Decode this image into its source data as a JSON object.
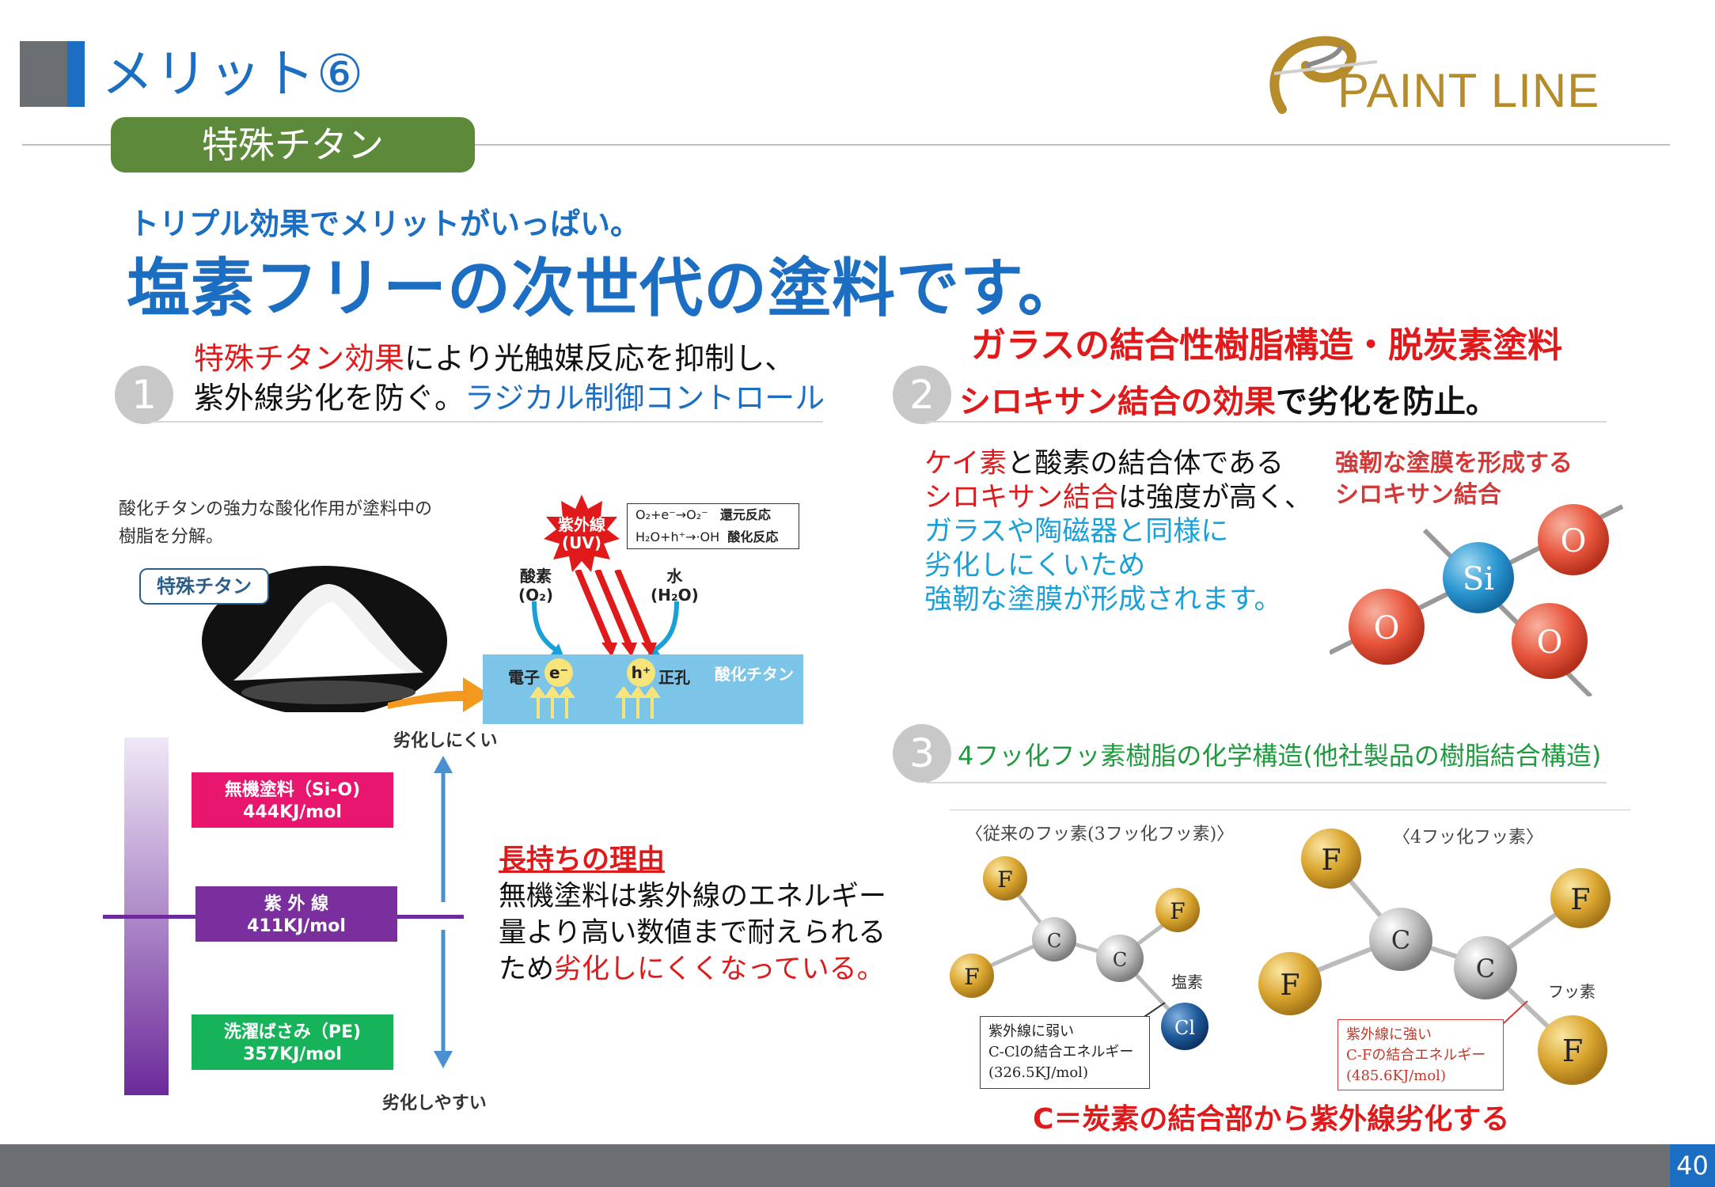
{
  "header": {
    "title": "メリット⑥",
    "pill": "特殊チタン",
    "logo": "PAINT LINE"
  },
  "headline": {
    "sub": "トリプル効果でメリットがいっぱい。",
    "main": "塩素フリーの次世代の塗料です。"
  },
  "section1": {
    "num": "1",
    "line1_red": "特殊チタン効果",
    "line1_rest": "により光触媒反応を抑制し、",
    "line2_black": "紫外線劣化を防ぐ。",
    "line2_blue": "ラジカル制御コントロール"
  },
  "figure": {
    "caption_l1": "酸化チタンの強力な酸化作用が塗料中の",
    "caption_l2": "樹脂を分解。",
    "badge": "特殊チタン",
    "uv_l1": "紫外線",
    "uv_l2": "(UV)",
    "oxygen_l1": "酸素",
    "oxygen_l2": "(O₂)",
    "water_l1": "水",
    "water_l2": "(H₂O)",
    "rx1_eq": "O₂+e⁻→O₂⁻",
    "rx1_name": "還元反応",
    "rx2_eq": "H₂O+h⁺→·OH",
    "rx2_name": "酸化反応",
    "electron": "電子",
    "e_sym": "e⁻",
    "hole_sym": "h⁺",
    "hole": "正孔",
    "tio2": "酸化チタン"
  },
  "energy": {
    "top_label": "劣化しにくい",
    "bottom_label": "劣化しやすい",
    "box1_l1": "無機塗料（Si-O)",
    "box1_l2": "444KJ/mol",
    "box2_l1": "紫 外 線",
    "box2_l2": "411KJ/mol",
    "box3_l1": "洗濯ばさみ（PE)",
    "box3_l2": "357KJ/mol"
  },
  "reason": {
    "heading": "長持ちの理由",
    "l1": "無機塗料は紫外線のエネルギー",
    "l2": "量より高い数値まで耐えられる",
    "l3_a": "ため",
    "l3_red": "劣化しにくくなっている。"
  },
  "section2": {
    "num": "2",
    "title": "ガラスの結合性樹脂構造・脱炭素塗料",
    "sub_red": "シロキサン結合の効果",
    "sub_black": "で劣化を防止。",
    "b1_red": "ケイ素",
    "b1_rest": "と酸素の結合体である",
    "b2_red": "シロキサン結合",
    "b2_rest": "は強度が高く、",
    "b3": "ガラスや陶磁器と同様に",
    "b4": "劣化しにくいため",
    "b5": "強靭な塗膜が形成されます。",
    "tough_l1": "強靭な塗膜を形成する",
    "tough_l2": "シロキサン結合",
    "atom_si": "Si",
    "atom_o": "O"
  },
  "section3": {
    "num": "3",
    "text": "4フッ化フッ素樹脂の化学構造(他社製品の樹脂結合構造)",
    "cap_left": "〈従来のフッ素(3フッ化フッ素)〉",
    "cap_right": "〈4フッ化フッ素〉",
    "atom_f": "F",
    "atom_c": "C",
    "atom_cl": "Cl",
    "chlorine": "塩素",
    "fluorine": "フッ素",
    "note1_l1": "紫外線に弱い",
    "note1_l2": "C-Clの結合エネルギー",
    "note1_l3": "(326.5KJ/mol)",
    "note2_l1": "紫外線に強い",
    "note2_l2": "C-Fの結合エネルギー",
    "note2_l3": "(485.6KJ/mol)",
    "bottom": "C＝炭素の結合部から紫外線劣化する"
  },
  "footer": {
    "page": "40"
  },
  "colors": {
    "brand_blue": "#1b6ec2",
    "accent_red": "#e01a1a",
    "pill_green": "#5c8a3a",
    "gold": "#b68b2a"
  }
}
